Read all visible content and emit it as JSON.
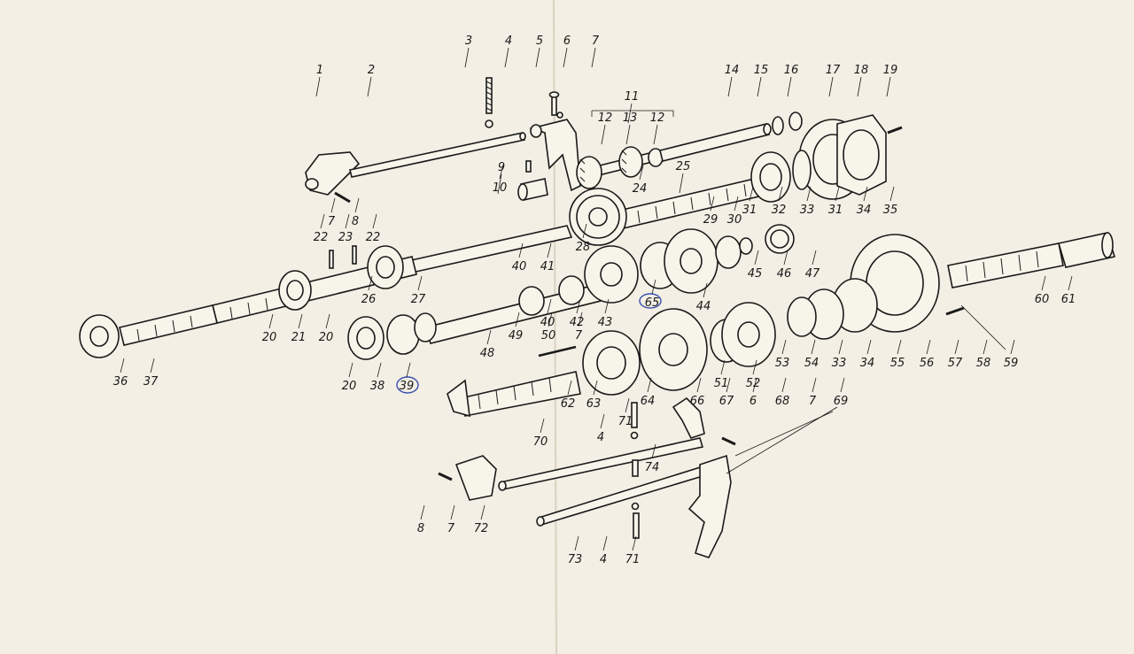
{
  "diagram": {
    "labels": [
      "1",
      "2",
      "3",
      "4",
      "5",
      "6",
      "7",
      "11",
      "12",
      "13",
      "12",
      "14",
      "15",
      "16",
      "17",
      "18",
      "19",
      "9",
      "10",
      "24",
      "25",
      "31",
      "32",
      "33",
      "31",
      "34",
      "35",
      "7",
      "8",
      "22",
      "23",
      "22",
      "28",
      "29",
      "30",
      "47",
      "46",
      "45",
      "40",
      "41",
      "40",
      "42",
      "43",
      "65",
      "44",
      "60",
      "61",
      "20",
      "21",
      "20",
      "26",
      "27",
      "36",
      "37",
      "20",
      "38",
      "39",
      "49",
      "50",
      "7",
      "48",
      "62",
      "63",
      "64",
      "51",
      "52",
      "53",
      "54",
      "33",
      "34",
      "55",
      "56",
      "57",
      "58",
      "59",
      "71",
      "4",
      "66",
      "67",
      "6",
      "68",
      "7",
      "69",
      "70",
      "74",
      "8",
      "7",
      "72",
      "73",
      "4",
      "71"
    ],
    "highlighted": [
      "39",
      "65"
    ]
  }
}
